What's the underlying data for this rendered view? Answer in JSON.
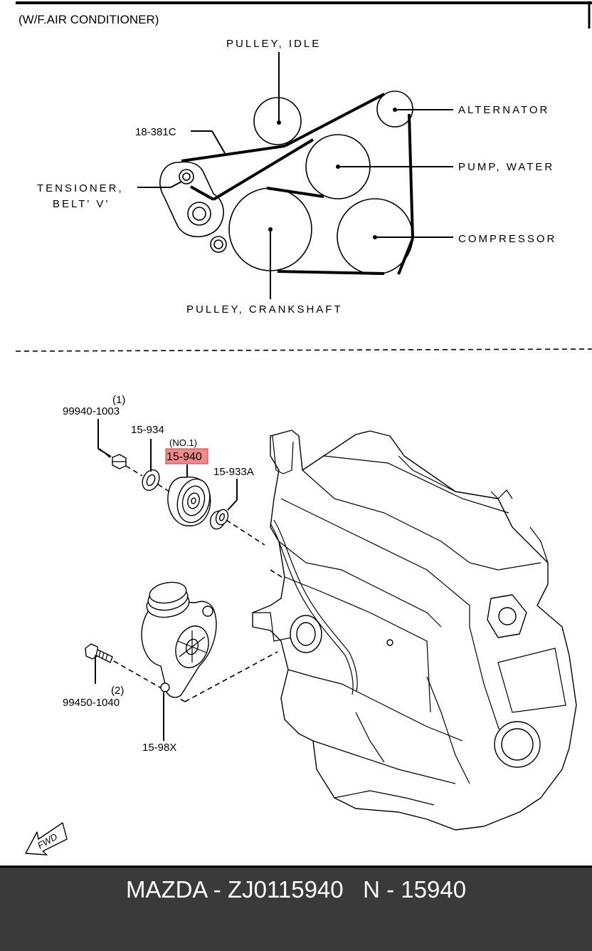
{
  "top_section": {
    "title": "(W/F.AIR CONDITIONER)",
    "labels": {
      "pulley_idle": "PULLEY, IDLE",
      "alternator": "ALTERNATOR",
      "belt_part": "18-381C",
      "pump_water": "PUMP, WATER",
      "tensioner_line1": "TENSIONER,",
      "tensioner_line2": "BELT' V'",
      "compressor": "COMPRESSOR",
      "pulley_crankshaft": "PULLEY, CRANKSHAFT"
    }
  },
  "bottom_section": {
    "parts": {
      "nut_qty": "(1)",
      "nut_part": "99940-1003",
      "washer_part": "15-934",
      "pulley_note": "(NO.1)",
      "pulley_part": "15-940",
      "spacer_part": "15-933A",
      "bolt_part": "99450-1040",
      "bolt_qty": "(2)",
      "tensioner_part": "15-98X"
    },
    "fwd_label": "FWD",
    "highlight_color": "#f08a8a"
  },
  "footer": {
    "text": "MAZDA - ZJ0115940   N - 15940"
  }
}
